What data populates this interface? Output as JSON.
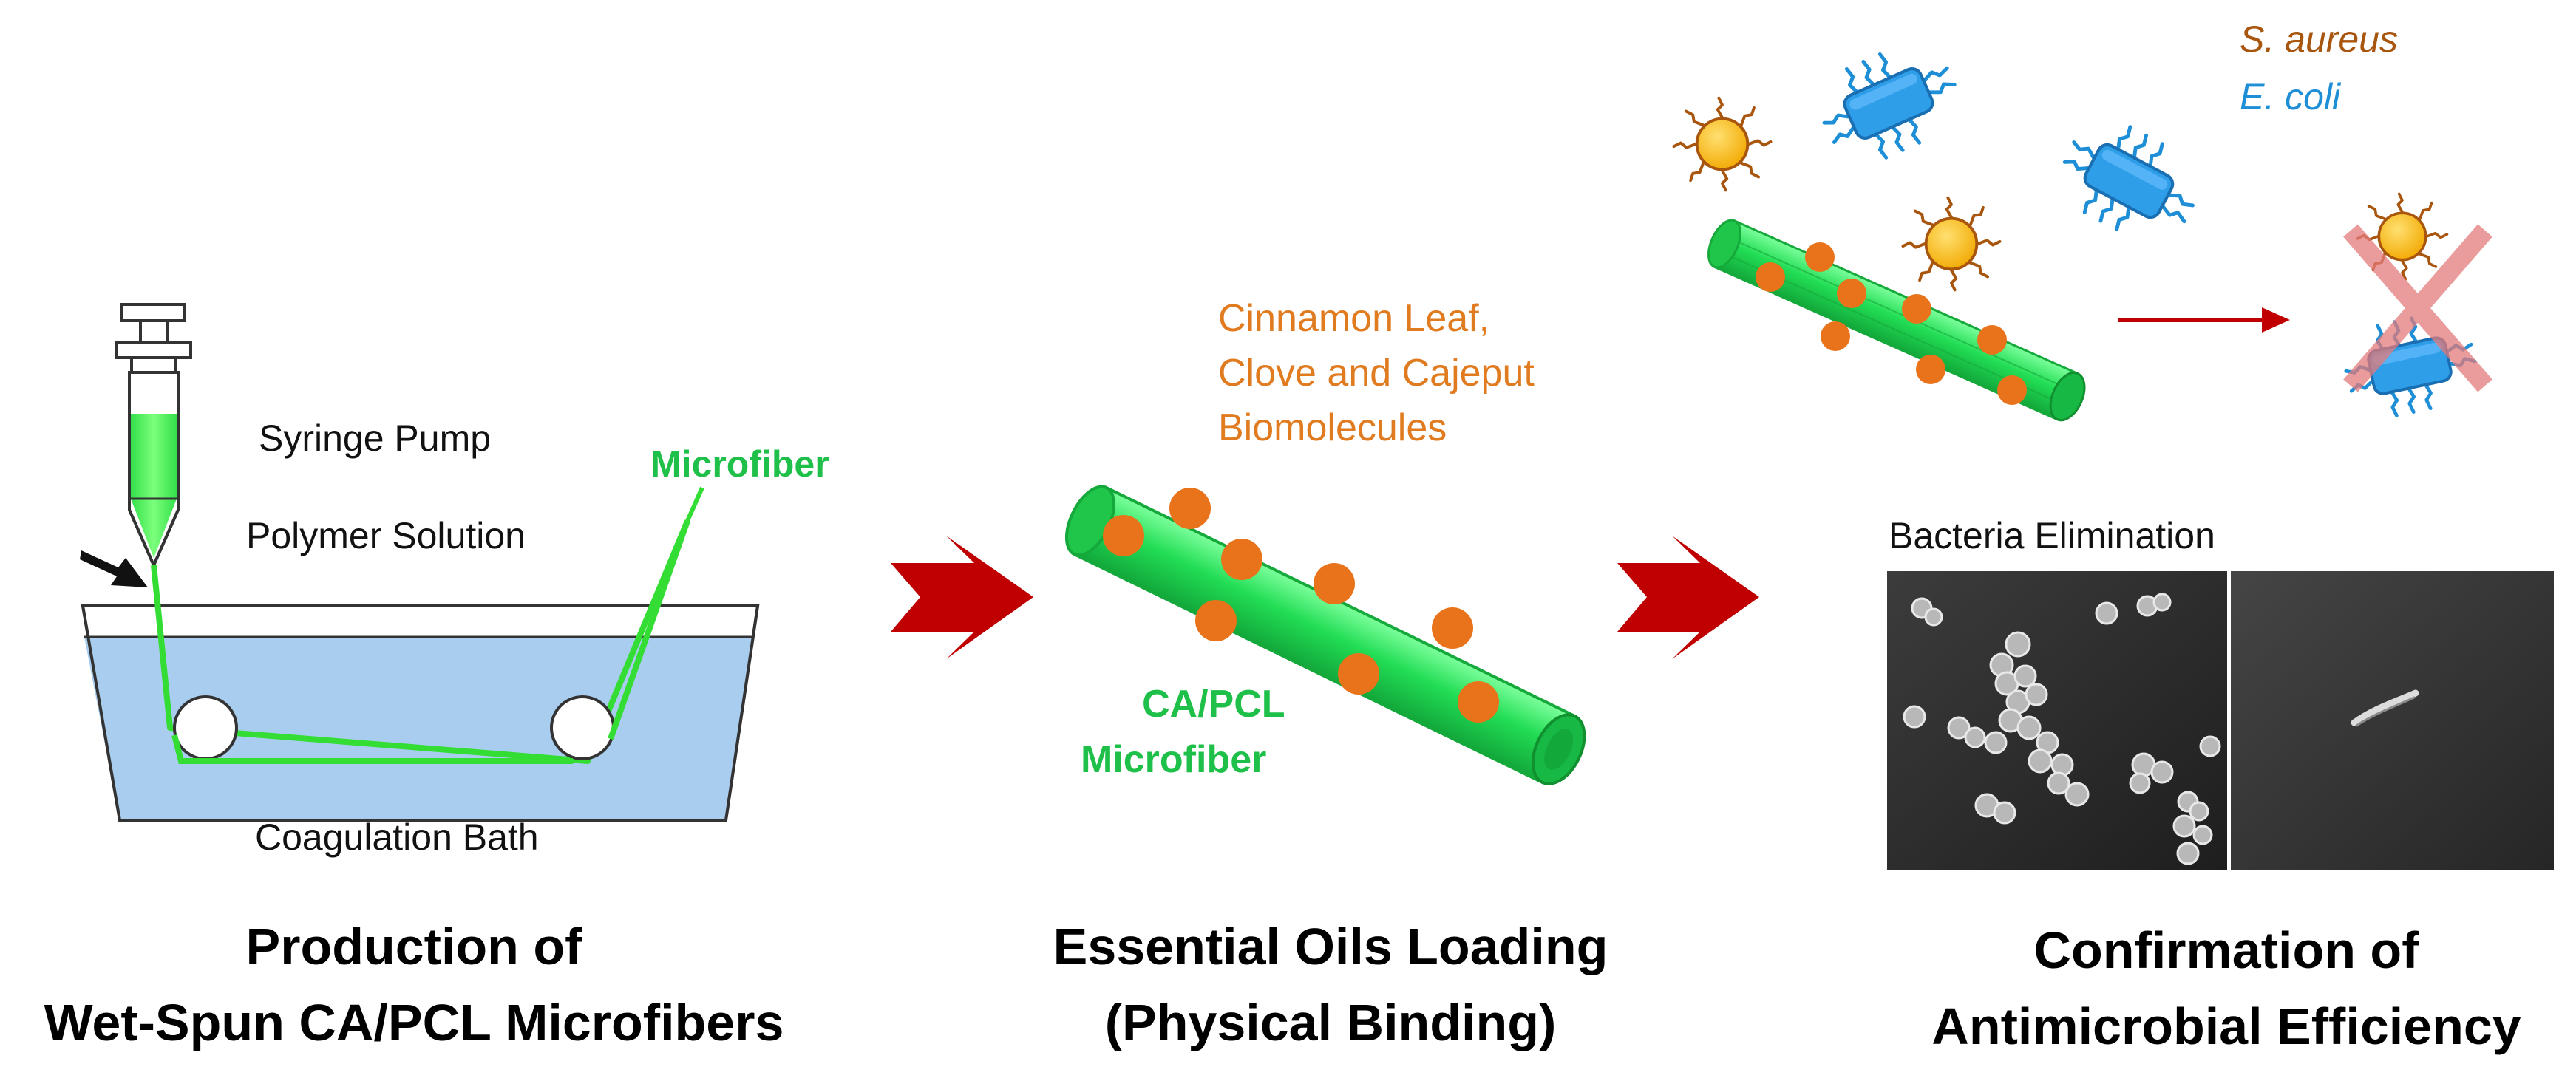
{
  "colors": {
    "fiber_green": "#22dd55",
    "fiber_dark": "#15a83a",
    "oil_orange": "#e8731a",
    "text_orange": "#e07b20",
    "text_green": "#1fc04a",
    "arrow_red": "#c00000",
    "staph_brown": "#a8550e",
    "ecoli_blue": "#1e8fd6",
    "bath_blue": "#a9cdef"
  },
  "panel1": {
    "syringe_label": "Syringe Pump",
    "solution_label": "Polymer Solution",
    "fiber_label": "Microfiber",
    "bath_label": "Coagulation Bath",
    "caption_line1": "Production of",
    "caption_line2": "Wet-Spun CA/PCL Microfibers"
  },
  "panel2": {
    "oils_line1": "Cinnamon Leaf,",
    "oils_line2": "Clove and Cajeput",
    "oils_line3": "Biomolecules",
    "fiber_line1": "CA/PCL",
    "fiber_line2": "Microfiber",
    "caption_line1": "Essential Oils Loading",
    "caption_line2": "(Physical Binding)"
  },
  "panel3": {
    "legend_staph": "S. aureus",
    "legend_ecoli": "E. coli",
    "sem_label": "Bacteria Elimination",
    "caption_line1": "Confirmation of",
    "caption_line2": "Antimicrobial Efficiency"
  },
  "icons": {
    "staph": "staph-aureus-icon",
    "ecoli": "ecoli-icon",
    "cross": "cross-icon",
    "arrow": "chevron-arrow-icon"
  }
}
